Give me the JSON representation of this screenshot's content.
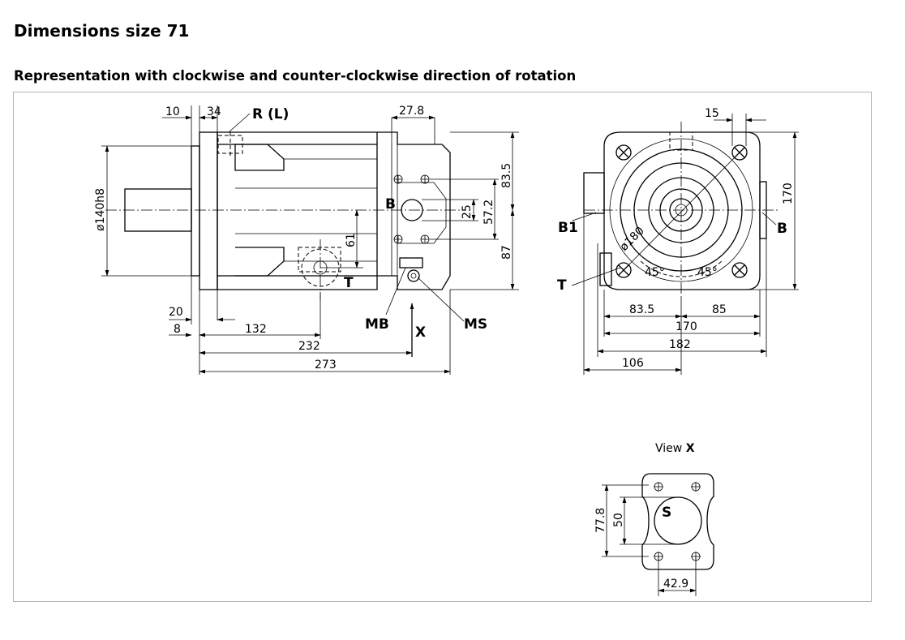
{
  "title": "Dimensions size 71",
  "subtitle": "Representation with clockwise and counter-clockwise direction of rotation",
  "side_view": {
    "dims": {
      "d10": "10",
      "d34": "34",
      "d27_8": "27.8",
      "d83_5": "83.5",
      "d25": "25",
      "d57_2": "57.2",
      "d87": "87",
      "d61": "61",
      "d20": "20",
      "d8": "8",
      "d132": "132",
      "d232": "232",
      "d273": "273",
      "d140": "ø140h8"
    },
    "ports": {
      "r_l": "R (L)",
      "b": "B",
      "t": "T",
      "mb": "MB",
      "ms": "MS",
      "x": "X"
    }
  },
  "front_view": {
    "dims": {
      "d15": "15",
      "d170v": "170",
      "d180": "ø180",
      "a45l": "45°",
      "a45r": "45°",
      "d83_5": "83.5",
      "d85": "85",
      "d170": "170",
      "d182": "182",
      "d106": "106"
    },
    "ports": {
      "b1": "B1",
      "b": "B",
      "t": "T"
    }
  },
  "view_x": {
    "title_prefix": "View",
    "title_letter": "X",
    "dims": {
      "d77_8": "77.8",
      "d50": "50",
      "d42_9": "42.9"
    },
    "ports": {
      "s": "S"
    }
  }
}
